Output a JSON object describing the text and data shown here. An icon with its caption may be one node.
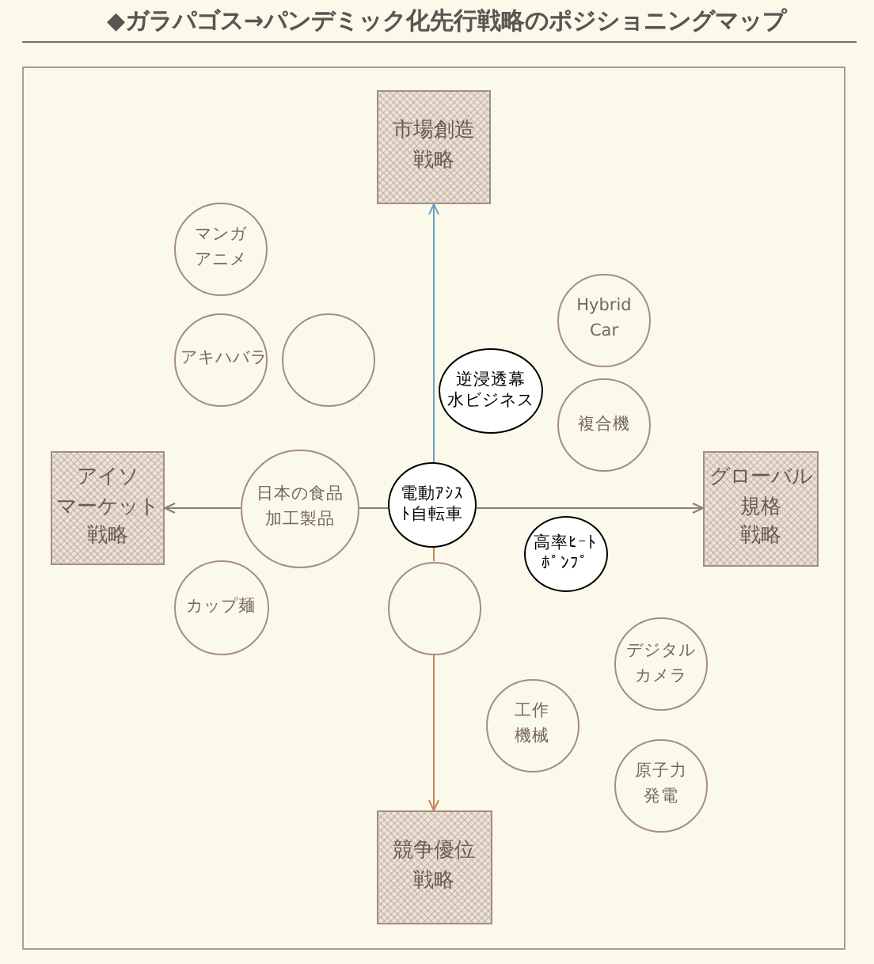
{
  "diagram": {
    "title": "◆ガラパゴス→パンデミック化先行戦略のポジショニングマップ",
    "nodes": [
      {
        "text": [
          "市場創造戦略"
        ]
      },
      {
        "text": [
          "マンガアニメ"
        ]
      },
      {
        "text": [
          "Hybrid Car"
        ]
      },
      {
        "text": [
          "アキハバラ"
        ]
      },
      {
        "text": [],
        "shape": "circle"
      },
      {
        "text": [
          "逆浸透幕水ビジネス"
        ]
      },
      {
        "text": [
          "複合機"
        ]
      },
      {
        "text": [
          "アイソマーケット戦略"
        ]
      },
      {
        "text": [
          "日本の食品加工製品"
        ]
      },
      {
        "text": [
          "電動ｱｼｽﾄ自転車"
        ]
      },
      {
        "text": [
          "グローバル規格戦略"
        ]
      },
      {
        "text": [
          "高率ﾋｰﾄﾎﾟﾝﾌﾟ"
        ]
      },
      {
        "text": [
          "カップ麺"
        ]
      },
      {
        "text": [],
        "shape": "circle"
      },
      {
        "text": [
          "デジタルカメラ"
        ]
      },
      {
        "text": [
          "工作機械"
        ]
      },
      {
        "text": [
          "原子力発電"
        ]
      },
      {
        "text": [
          "競争優位戦略"
        ]
      }
    ],
    "edges": [
      {
        "from": 9,
        "to": 0,
        "arrow": "to",
        "color": "#6f9fbf"
      },
      {
        "from": 9,
        "to": 8,
        "arrow": "none"
      },
      {
        "from": 8,
        "to": 7,
        "arrow": "to"
      },
      {
        "from": 9,
        "to": 10,
        "arrow": "to"
      },
      {
        "from": 9,
        "to": 13,
        "arrow": "none",
        "color": "#c2845a"
      },
      {
        "from": 13,
        "to": 17,
        "arrow": "to",
        "color": "#c2845a"
      }
    ]
  }
}
